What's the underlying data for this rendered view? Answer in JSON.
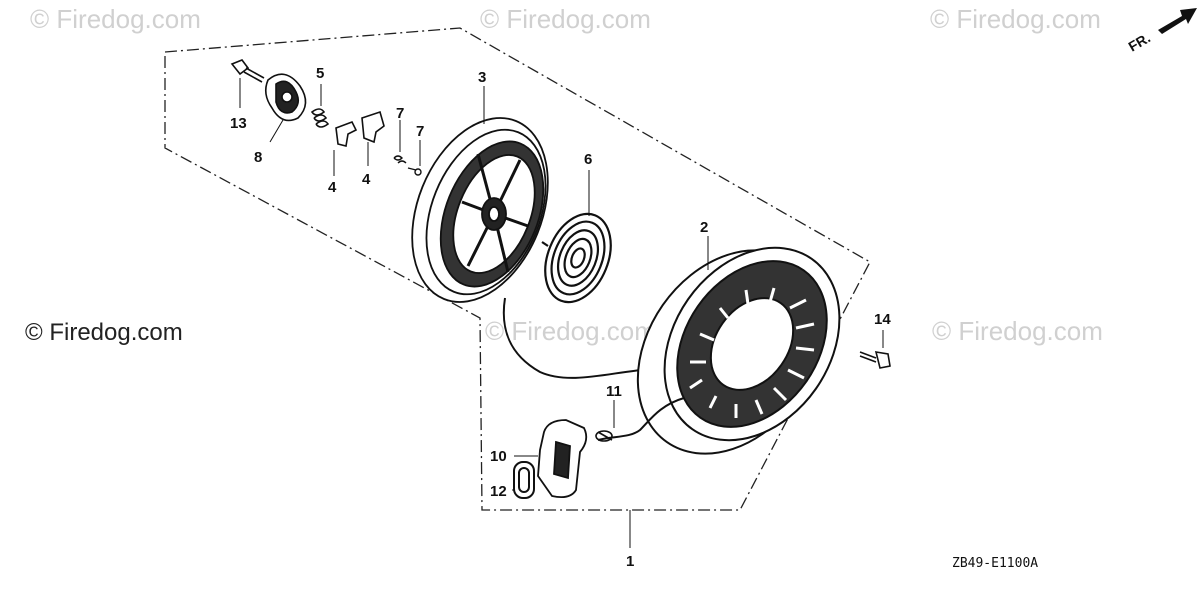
{
  "watermarks": {
    "top_left": "© Firedog.com",
    "top_center": "© Firedog.com",
    "top_right": "© Firedog.com",
    "middle_left": "© Firedog.com",
    "middle_center": "© Firedog.com",
    "middle_right": "© Firedog.com"
  },
  "direction_indicator": {
    "label": "FR."
  },
  "diagram_code": "ZB49-E1100A",
  "callouts": {
    "c1": "1",
    "c2": "2",
    "c3": "3",
    "c4a": "4",
    "c4b": "4",
    "c5": "5",
    "c6": "6",
    "c7a": "7",
    "c7b": "7",
    "c8": "8",
    "c10": "10",
    "c11": "11",
    "c12": "12",
    "c13": "13",
    "c14": "14"
  }
}
